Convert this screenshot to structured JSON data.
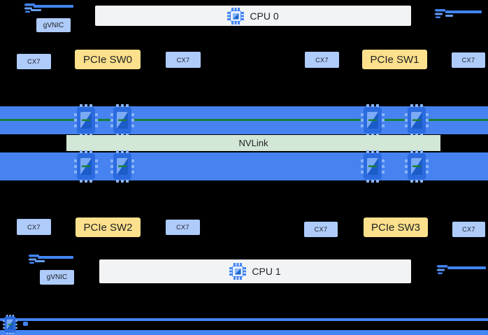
{
  "colors": {
    "background": "#000000",
    "gpu_bar_blue": "#4683f0",
    "nic_box_blue": "#aecbfa",
    "pcie_box_yellow": "#fce08c",
    "cpu_box_gray": "#f1f3f4",
    "nvlink_bar_green": "#d2e7d6",
    "nvlink_line_green": "#188038",
    "link_blue": "#4285f4",
    "text_dark": "#202124"
  },
  "icons": {
    "network": "network-icon",
    "cpu_chip": "cpu-chip-icon",
    "gpu_chip": "gpu-chip-icon"
  },
  "top": {
    "cpu": {
      "label": "CPU 0"
    },
    "gvnic": {
      "label": "gVNIC"
    },
    "row": [
      {
        "label": "CX7"
      },
      {
        "label": "PCIe SW0"
      },
      {
        "label": "CX7"
      },
      {
        "label": "CX7"
      },
      {
        "label": "PCIe SW1"
      },
      {
        "label": "CX7"
      }
    ]
  },
  "middle": {
    "nvlink": {
      "label": "NVLink"
    },
    "gpu_bars": [
      {
        "name": "gpu-bar-top",
        "gpu_count": 4
      },
      {
        "name": "gpu-bar-bottom",
        "gpu_count": 4
      }
    ]
  },
  "bottom": {
    "cpu": {
      "label": "CPU 1"
    },
    "gvnic": {
      "label": "gVNIC"
    },
    "row": [
      {
        "label": "CX7"
      },
      {
        "label": "PCIe SW2"
      },
      {
        "label": "CX7"
      },
      {
        "label": "CX7"
      },
      {
        "label": "PCIe SW3"
      },
      {
        "label": "CX7"
      }
    ]
  }
}
